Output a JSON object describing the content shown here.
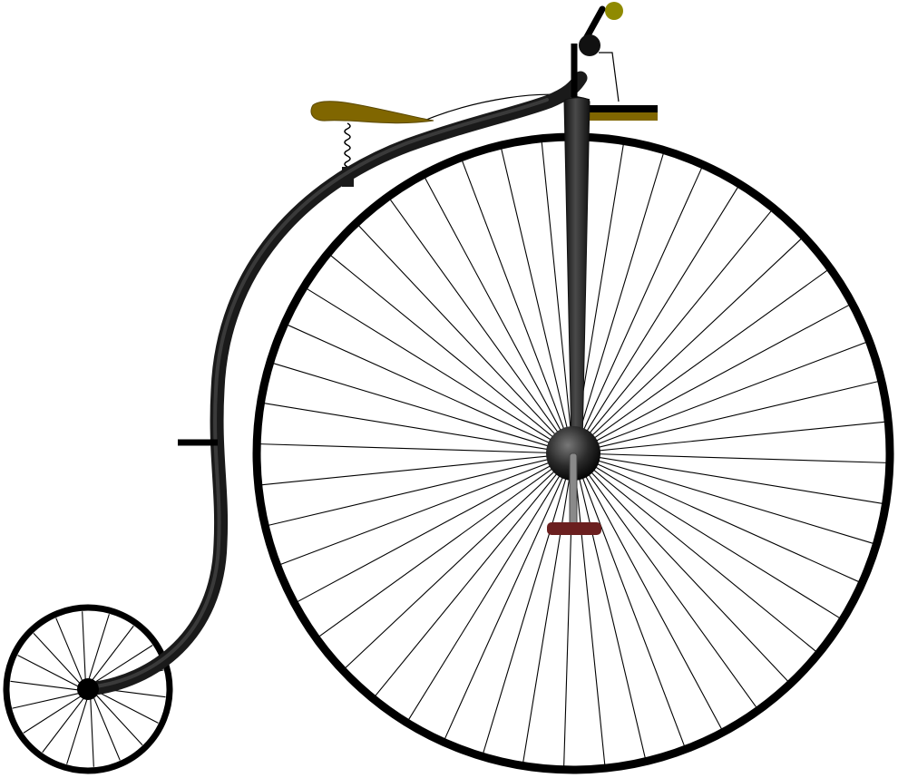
{
  "illustration": {
    "subject": "penny-farthing",
    "colors": {
      "frame": "#1a1a1a",
      "frame_highlight": "#3a3a3a",
      "tyre": "#000000",
      "spoke": "#000000",
      "saddle": "#806600",
      "saddle_edge": "#5a4800",
      "handle_grip": "#8f8a00",
      "pedal": "#6b1f1f",
      "crank": "#8a8a8a",
      "background": "#ffffff"
    },
    "front_wheel": {
      "spoke_count": 48
    },
    "rear_wheel": {
      "spoke_count": 18
    }
  }
}
